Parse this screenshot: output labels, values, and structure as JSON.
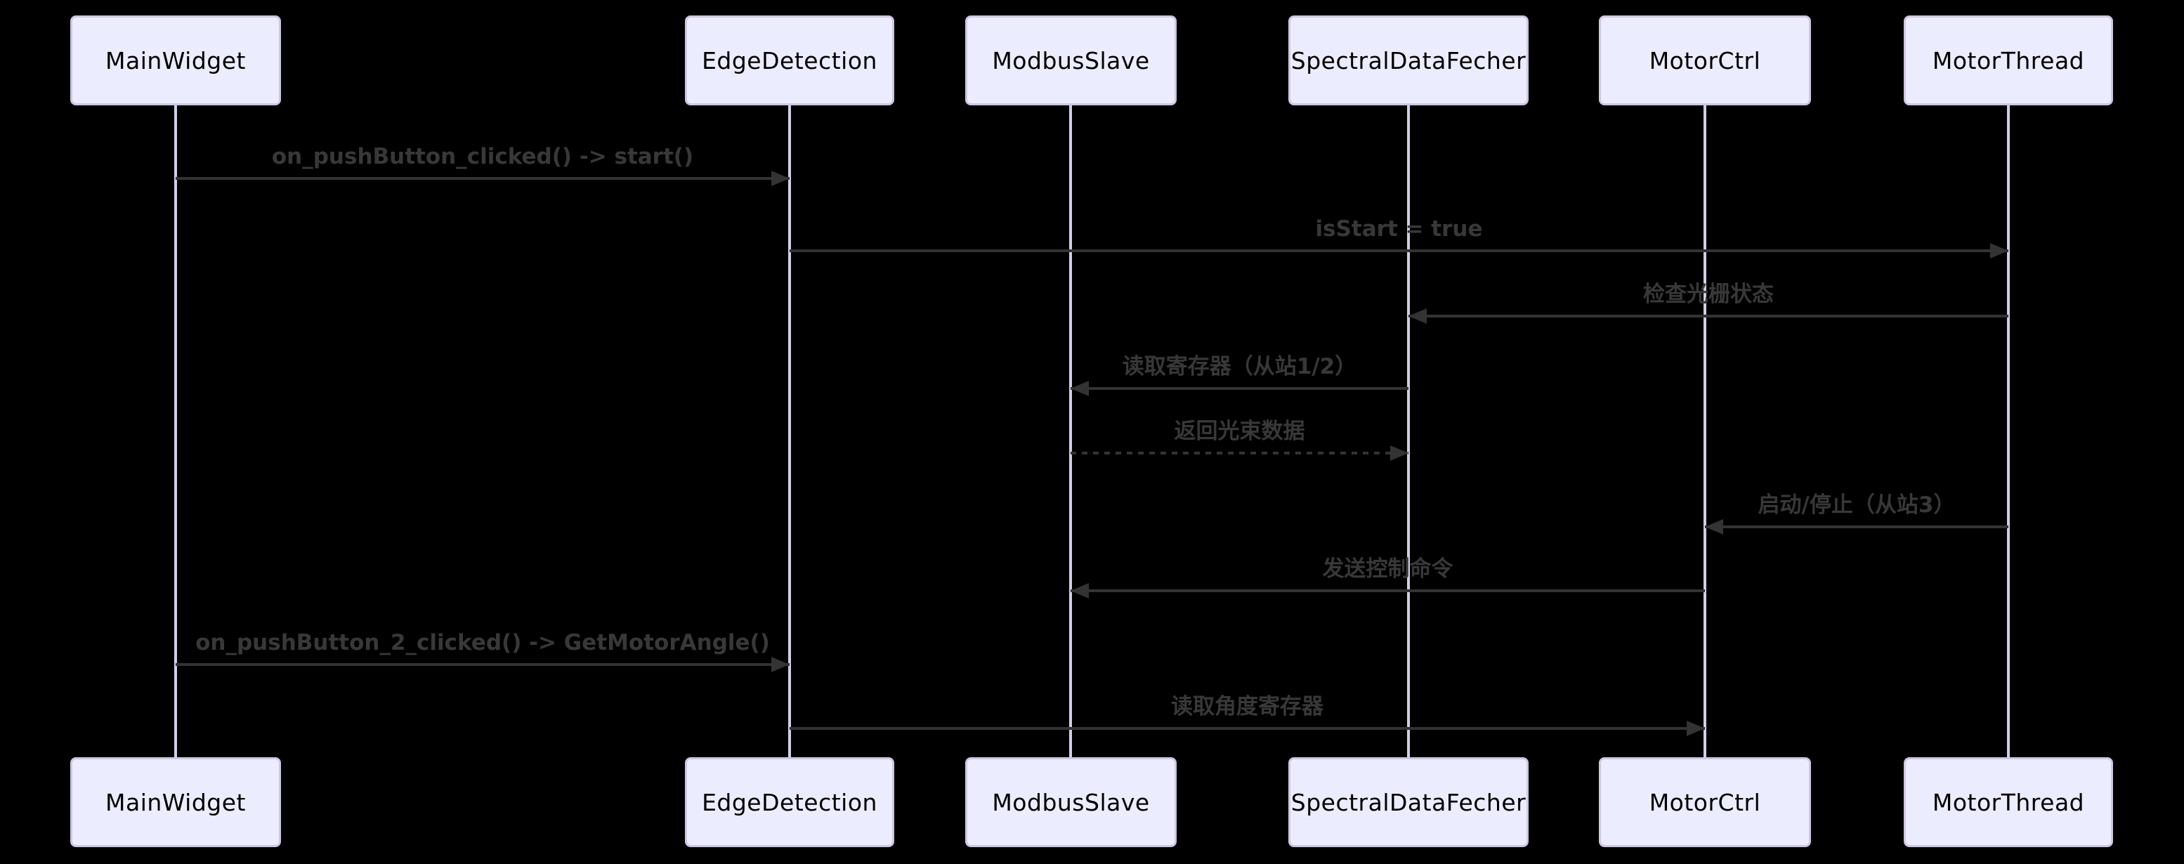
{
  "diagram": {
    "type": "sequence-diagram",
    "background_color": "#000000",
    "colors": {
      "actor_fill": "#ececff",
      "actor_border": "#cfc7e0",
      "actor_text": "#000000",
      "lifeline": "#d5cce8",
      "message_line": "#333333",
      "message_text": "#383838"
    },
    "actors": [
      {
        "name": "MainWidget"
      },
      {
        "name": "EdgeDetection"
      },
      {
        "name": "ModbusSlave"
      },
      {
        "name": "SpectralDataFecher"
      },
      {
        "name": "MotorCtrl"
      },
      {
        "name": "MotorThread"
      }
    ],
    "messages": [
      {
        "from": "MainWidget",
        "to": "EdgeDetection",
        "label": "on_pushButton_clicked() -> start()",
        "style": "solid",
        "direction": "right"
      },
      {
        "from": "EdgeDetection",
        "to": "MotorThread",
        "label": "isStart = true",
        "style": "solid",
        "direction": "right"
      },
      {
        "from": "MotorThread",
        "to": "SpectralDataFecher",
        "label": "检查光栅状态",
        "style": "solid",
        "direction": "left"
      },
      {
        "from": "SpectralDataFecher",
        "to": "ModbusSlave",
        "label": "读取寄存器（从站1/2）",
        "style": "solid",
        "direction": "left"
      },
      {
        "from": "ModbusSlave",
        "to": "SpectralDataFecher",
        "label": "返回光束数据",
        "style": "dashed",
        "direction": "right"
      },
      {
        "from": "MotorThread",
        "to": "MotorCtrl",
        "label": "启动/停止（从站3）",
        "style": "solid",
        "direction": "left"
      },
      {
        "from": "MotorCtrl",
        "to": "ModbusSlave",
        "label": "发送控制命令",
        "style": "solid",
        "direction": "left"
      },
      {
        "from": "MainWidget",
        "to": "EdgeDetection",
        "label": "on_pushButton_2_clicked() -> GetMotorAngle()",
        "style": "solid",
        "direction": "right"
      },
      {
        "from": "EdgeDetection",
        "to": "MotorCtrl",
        "label": "读取角度寄存器",
        "style": "solid",
        "direction": "right"
      }
    ]
  }
}
